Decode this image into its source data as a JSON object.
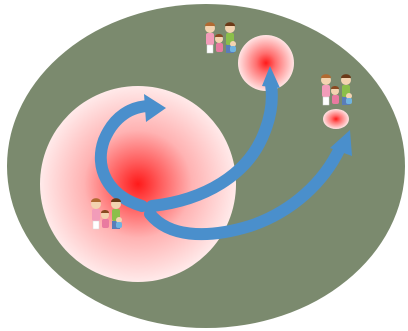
{
  "diagram": {
    "background_color": "#7b8a6e",
    "hotspot_color": "#ff0000",
    "hotspot_fade_color": "#ffe6e6",
    "arrow_color": "#4a8fcc",
    "arrow_outline": "#2f6fa8",
    "nodes": [
      {
        "id": "large-hotspot",
        "icon": "family-group-icon"
      },
      {
        "id": "medium-hotspot",
        "icon": "family-group-icon"
      },
      {
        "id": "small-hotspot",
        "icon": "family-group-icon"
      }
    ],
    "arrows": [
      {
        "from": "large-hotspot",
        "to": "large-hotspot",
        "kind": "loop"
      },
      {
        "from": "large-hotspot",
        "to": "medium-hotspot",
        "kind": "spread"
      },
      {
        "from": "large-hotspot",
        "to": "small-hotspot",
        "kind": "spread"
      }
    ]
  }
}
